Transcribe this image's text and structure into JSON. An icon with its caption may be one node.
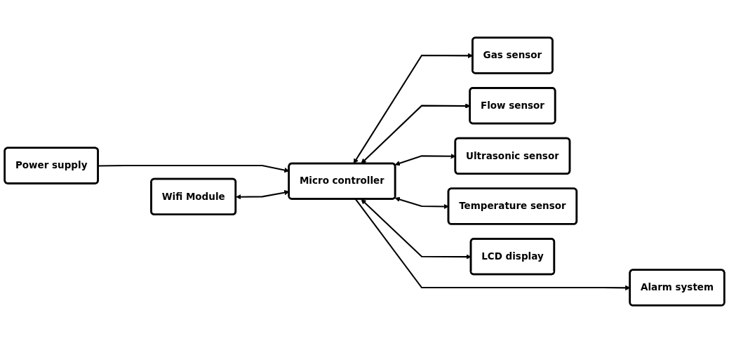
{
  "diagram": {
    "nodes": [
      {
        "text": [
          "Power supply"
        ]
      },
      {
        "text": [
          "Wifi Module"
        ]
      },
      {
        "text": [
          "Micro controller"
        ]
      },
      {
        "text": [
          "Alarm system"
        ]
      },
      {
        "text": [
          "Gas sensor"
        ]
      },
      {
        "text": [
          "Flow sensor"
        ]
      },
      {
        "text": [
          "Ultrasonic sensor"
        ]
      },
      {
        "text": [
          "Temperature sensor"
        ]
      },
      {
        "text": [
          "LCD display"
        ]
      }
    ],
    "edges": [
      {
        "from": 0,
        "to": 2,
        "arrow": "to"
      },
      {
        "from": 1,
        "to": 2,
        "arrow": "both"
      },
      {
        "from": 2,
        "to": 3,
        "arrow": "to"
      },
      {
        "from": 2,
        "to": 4,
        "arrow": "both"
      },
      {
        "from": 2,
        "to": 5,
        "arrow": "both"
      },
      {
        "from": 2,
        "to": 6,
        "arrow": "both"
      },
      {
        "from": 2,
        "to": 7,
        "arrow": "both"
      },
      {
        "from": 2,
        "to": 8,
        "arrow": "both"
      }
    ]
  }
}
